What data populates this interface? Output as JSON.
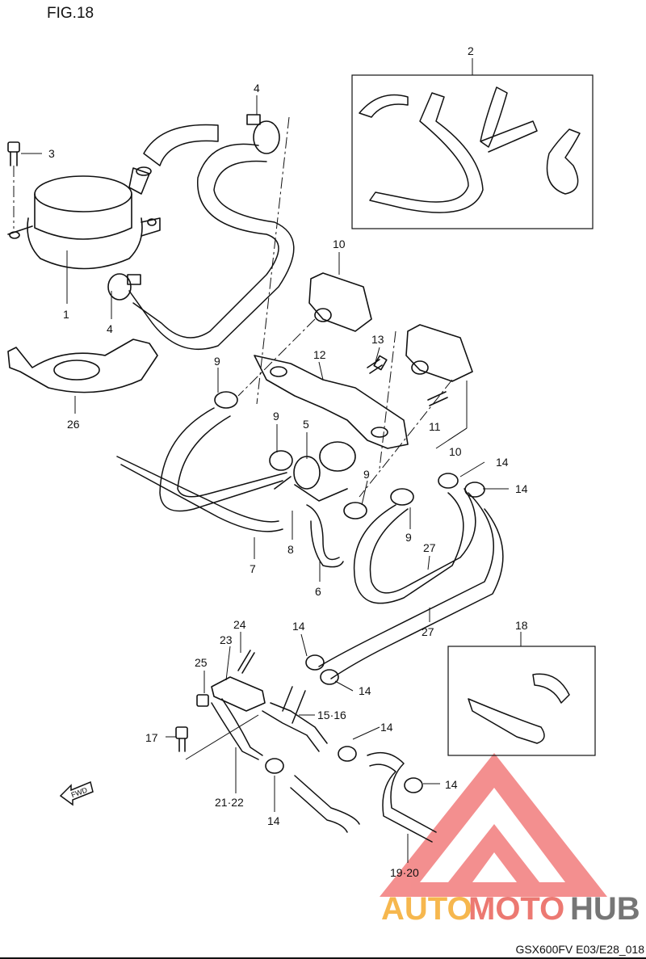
{
  "figure": {
    "title": "FIG.18",
    "code": "GSX600FV E03/E28_018"
  },
  "callouts": {
    "c1": "1",
    "c2": "2",
    "c3": "3",
    "c4a": "4",
    "c4b": "4",
    "c5": "5",
    "c6": "6",
    "c7": "7",
    "c8": "8",
    "c9a": "9",
    "c9b": "9",
    "c9c": "9",
    "c9d": "9",
    "c10a": "10",
    "c10b": "10",
    "c11": "11",
    "c12": "12",
    "c13": "13",
    "c14a": "14",
    "c14b": "14",
    "c14c": "14",
    "c14d": "14",
    "c14e": "14",
    "c14f": "14",
    "c14g": "14",
    "c15": "15·16",
    "c17": "17",
    "c18": "18",
    "c19": "19·20",
    "c21": "21·22",
    "c23": "23",
    "c24": "24",
    "c25": "25",
    "c26": "26",
    "c27a": "27",
    "c27b": "27"
  },
  "fwd_label": "FWD",
  "watermark": {
    "part1": "AUTO",
    "part2": "MOTO",
    "part3": "HUB",
    "color1": "#f5a623",
    "color2": "#e8584f",
    "color3": "#555555",
    "logo_color": "#f06a6a"
  }
}
